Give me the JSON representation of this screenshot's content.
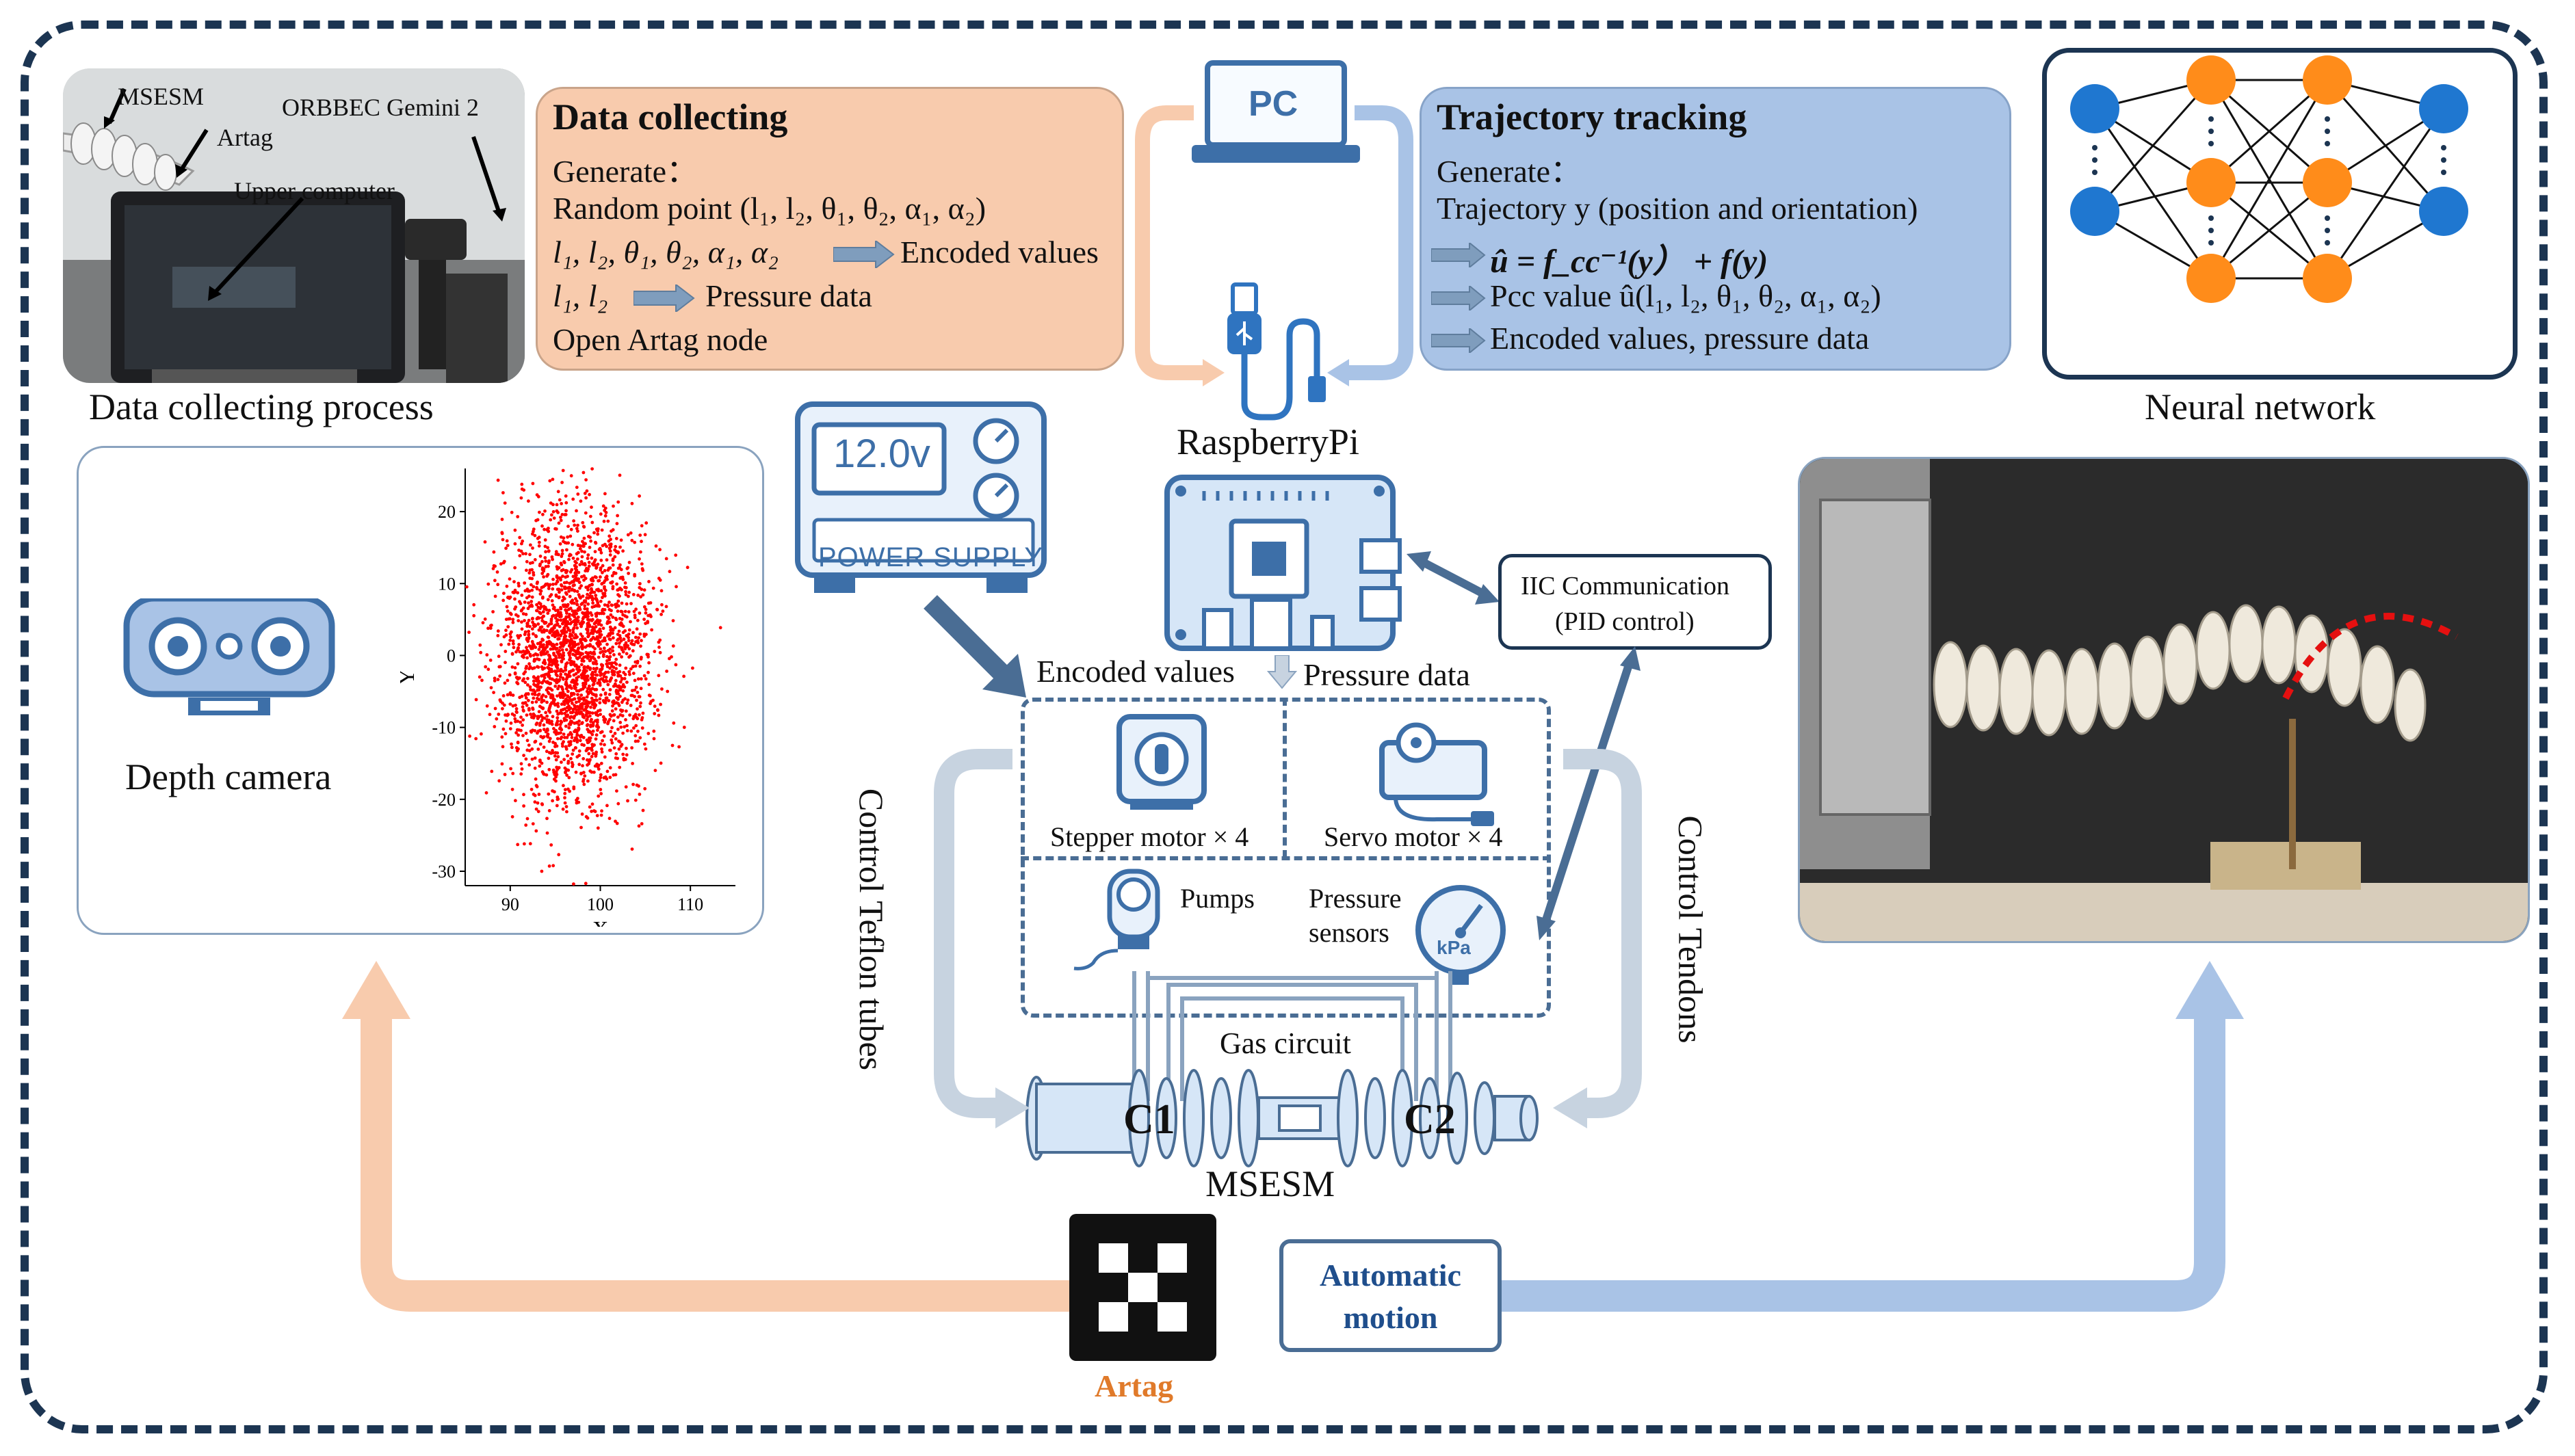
{
  "photo_labels": {
    "msesm": "MSESM",
    "artag": "Artag",
    "camera": "ORBBEC Gemini 2",
    "upper_computer": "Upper computer"
  },
  "captions": {
    "data_collecting_process": "Data collecting process",
    "neural_network": "Neural network",
    "depth_camera": "Depth camera"
  },
  "data_collecting": {
    "title": "Data collecting",
    "generate": "Generate：",
    "line1": "Random point (l₁, l₂, θ₁, θ₂, α₁, α₂)",
    "line2_vars": "l₁, l₂, θ₁, θ₂, α₁, α₂",
    "line2_result": "Encoded values",
    "line3_vars": "l₁, l₂",
    "line3_result": "Pressure data",
    "line4": "Open Artag node"
  },
  "pc": {
    "label": "PC"
  },
  "trajectory": {
    "title": "Trajectory tracking",
    "generate": "Generate：",
    "line1": "Trajectory y (position and orientation)",
    "line2": "û = f_cc⁻¹(y） + f(y)",
    "line3": "Pcc value û(l₁, l₂, θ₁, θ₂, α₁, α₂)",
    "line4": "Encoded values, pressure data"
  },
  "power_supply": {
    "display": "12.0v",
    "label": "POWER SUPPLY"
  },
  "raspberry": {
    "label": "RaspberryPi"
  },
  "iic": {
    "line1": "IIC Communication",
    "line2": "(PID control)"
  },
  "signals": {
    "encoded": "Encoded values",
    "pressure": "Pressure data"
  },
  "motors": {
    "stepper": "Stepper motor × 4",
    "servo": "Servo motor × 4"
  },
  "pneumatics": {
    "pumps": "Pumps",
    "sensors_line1": "Pressure",
    "sensors_line2": "sensors",
    "gauge_unit": "kPa",
    "gas_circuit": "Gas circuit"
  },
  "robot": {
    "c1": "C1",
    "c2": "C2",
    "label": "MSESM"
  },
  "side_labels": {
    "left": "Control Teflon tubes",
    "right": "Control Tendons"
  },
  "bottom": {
    "artag": "Artag",
    "automatic_line1": "Automatic",
    "automatic_line2": "motion"
  },
  "colors": {
    "frame": "#1c3552",
    "data_box": "#f8cbad",
    "traj_box": "#a9c3e6",
    "blue_arrow": "#a9c3e6",
    "orange_arrow": "#f8cbad",
    "dark_blue": "#4a6d94",
    "artag_text": "#e07a2a",
    "auto_text": "#1f4e8c",
    "node_blue": "#1f77d0",
    "node_orange": "#ff8c1a"
  },
  "chart_data": {
    "type": "scatter",
    "xlabel": "X",
    "ylabel": "Y",
    "xlim": [
      85,
      115
    ],
    "ylim": [
      -32,
      26
    ],
    "x_ticks": [
      "90",
      "100",
      "110"
    ],
    "y_ticks": [
      "20",
      "10",
      "0",
      "-10",
      "-20",
      "-30"
    ],
    "grid": false,
    "series": [
      {
        "center_x": 97,
        "center_y": 0,
        "spread_x": 4.2,
        "spread_y": 10
      }
    ]
  }
}
